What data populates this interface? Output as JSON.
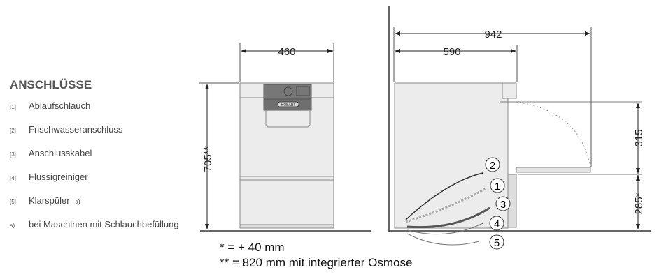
{
  "legend": {
    "title": "ANSCHLÜSSE",
    "items": [
      {
        "num": "[1]",
        "label": "Ablaufschlauch"
      },
      {
        "num": "[2]",
        "label": "Frischwasseranschluss"
      },
      {
        "num": "[3]",
        "label": "Anschlusskabel"
      },
      {
        "num": "[4]",
        "label": "Flüssigreiniger"
      },
      {
        "num": "[5]",
        "label": "Klarspüler",
        "sup": "a)"
      },
      {
        "num": "a)",
        "label": "bei Maschinen mit Schlauchbefüllung"
      }
    ]
  },
  "dimensions": {
    "width": "460",
    "height": "705**",
    "depth_total": "942",
    "depth": "590",
    "door_height": "315",
    "base_height": "285*"
  },
  "callouts": [
    "1",
    "2",
    "3",
    "4",
    "5"
  ],
  "brand": "HOBART",
  "notes": [
    "*  = + 40 mm",
    "** = 820 mm mit integrierter Osmose"
  ]
}
